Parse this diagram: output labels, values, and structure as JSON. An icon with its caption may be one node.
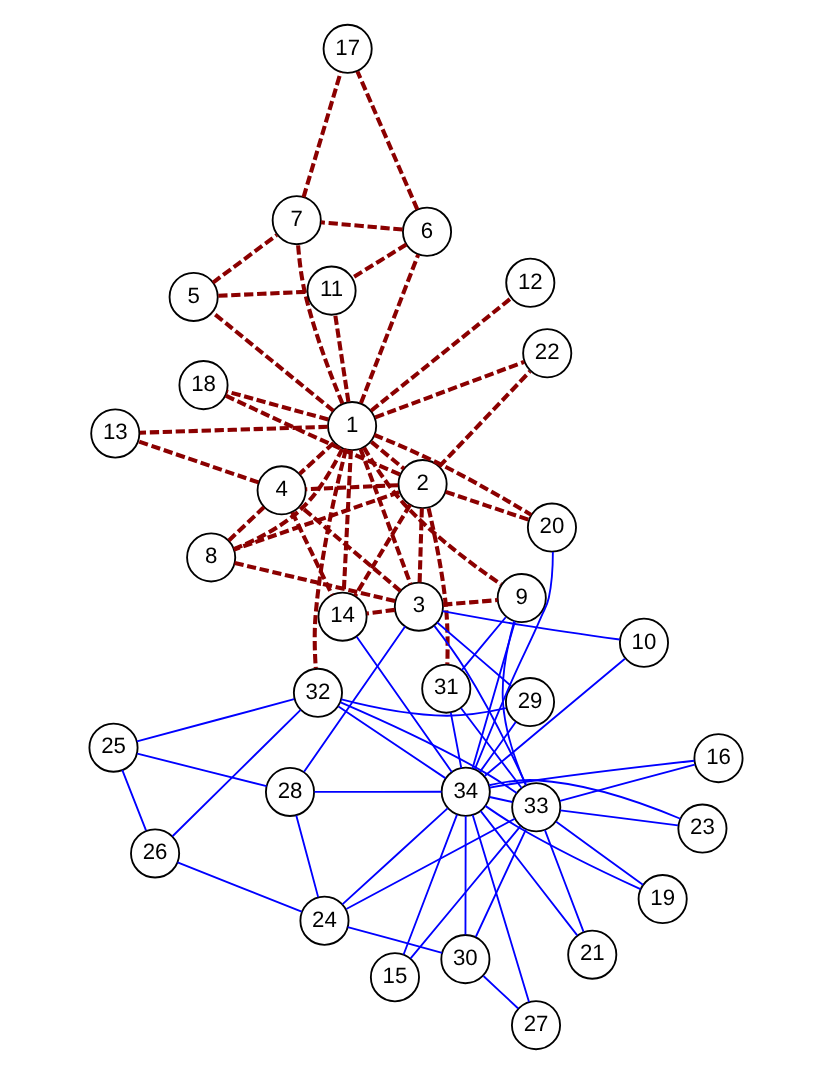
{
  "diagram": {
    "nodes": [
      {
        "text": [
          "1"
        ]
      },
      {
        "text": [
          "2"
        ]
      },
      {
        "text": [
          "3"
        ]
      },
      {
        "text": [
          "4"
        ]
      },
      {
        "text": [
          "5"
        ]
      },
      {
        "text": [
          "6"
        ]
      },
      {
        "text": [
          "7"
        ]
      },
      {
        "text": [
          "8"
        ]
      },
      {
        "text": [
          "9"
        ]
      },
      {
        "text": [
          "10"
        ]
      },
      {
        "text": [
          "11"
        ]
      },
      {
        "text": [
          "12"
        ]
      },
      {
        "text": [
          "13"
        ]
      },
      {
        "text": [
          "14"
        ]
      },
      {
        "text": [
          "15"
        ]
      },
      {
        "text": [
          "16"
        ]
      },
      {
        "text": [
          "17"
        ]
      },
      {
        "text": [
          "18"
        ]
      },
      {
        "text": [
          "19"
        ]
      },
      {
        "text": [
          "20"
        ]
      },
      {
        "text": [
          "21"
        ]
      },
      {
        "text": [
          "22"
        ]
      },
      {
        "text": [
          "23"
        ]
      },
      {
        "text": [
          "24"
        ]
      },
      {
        "text": [
          "25"
        ]
      },
      {
        "text": [
          "26"
        ]
      },
      {
        "text": [
          "27"
        ]
      },
      {
        "text": [
          "28"
        ]
      },
      {
        "text": [
          "29"
        ]
      },
      {
        "text": [
          "30"
        ]
      },
      {
        "text": [
          "31"
        ]
      },
      {
        "text": [
          "32"
        ]
      },
      {
        "text": [
          "33"
        ]
      },
      {
        "text": [
          "34"
        ]
      }
    ],
    "edges": [
      {
        "from": 0,
        "to": 1,
        "arrow": "none",
        "style": "dashed",
        "color": "#8b0000"
      },
      {
        "from": 0,
        "to": 2,
        "arrow": "none",
        "style": "dashed",
        "color": "#8b0000"
      },
      {
        "from": 0,
        "to": 3,
        "arrow": "none",
        "style": "dashed",
        "color": "#8b0000"
      },
      {
        "from": 0,
        "to": 4,
        "arrow": "none",
        "style": "dashed",
        "color": "#8b0000"
      },
      {
        "from": 0,
        "to": 5,
        "arrow": "none",
        "style": "dashed",
        "color": "#8b0000"
      },
      {
        "from": 0,
        "to": 6,
        "arrow": "none",
        "style": "dashed",
        "color": "#8b0000"
      },
      {
        "from": 0,
        "to": 7,
        "arrow": "none",
        "style": "dashed",
        "color": "#8b0000"
      },
      {
        "from": 0,
        "to": 8,
        "arrow": "none",
        "style": "dashed",
        "color": "#8b0000"
      },
      {
        "from": 0,
        "to": 10,
        "arrow": "none",
        "style": "dashed",
        "color": "#8b0000"
      },
      {
        "from": 0,
        "to": 11,
        "arrow": "none",
        "style": "dashed",
        "color": "#8b0000"
      },
      {
        "from": 0,
        "to": 12,
        "arrow": "none",
        "style": "dashed",
        "color": "#8b0000"
      },
      {
        "from": 0,
        "to": 13,
        "arrow": "none",
        "style": "dashed",
        "color": "#8b0000"
      },
      {
        "from": 0,
        "to": 17,
        "arrow": "none",
        "style": "dashed",
        "color": "#8b0000"
      },
      {
        "from": 0,
        "to": 19,
        "arrow": "none",
        "style": "dashed",
        "color": "#8b0000"
      },
      {
        "from": 0,
        "to": 21,
        "arrow": "none",
        "style": "dashed",
        "color": "#8b0000"
      },
      {
        "from": 0,
        "to": 31,
        "arrow": "none",
        "style": "dashed",
        "color": "#8b0000"
      },
      {
        "from": 1,
        "to": 2,
        "arrow": "none",
        "style": "dashed",
        "color": "#8b0000"
      },
      {
        "from": 1,
        "to": 3,
        "arrow": "none",
        "style": "dashed",
        "color": "#8b0000"
      },
      {
        "from": 1,
        "to": 7,
        "arrow": "none",
        "style": "dashed",
        "color": "#8b0000"
      },
      {
        "from": 1,
        "to": 13,
        "arrow": "none",
        "style": "dashed",
        "color": "#8b0000"
      },
      {
        "from": 1,
        "to": 17,
        "arrow": "none",
        "style": "dashed",
        "color": "#8b0000"
      },
      {
        "from": 1,
        "to": 19,
        "arrow": "none",
        "style": "dashed",
        "color": "#8b0000"
      },
      {
        "from": 1,
        "to": 21,
        "arrow": "none",
        "style": "dashed",
        "color": "#8b0000"
      },
      {
        "from": 1,
        "to": 30,
        "arrow": "none",
        "style": "dashed",
        "color": "#8b0000"
      },
      {
        "from": 2,
        "to": 3,
        "arrow": "none",
        "style": "dashed",
        "color": "#8b0000"
      },
      {
        "from": 2,
        "to": 7,
        "arrow": "none",
        "style": "dashed",
        "color": "#8b0000"
      },
      {
        "from": 2,
        "to": 8,
        "arrow": "none",
        "style": "dashed",
        "color": "#8b0000"
      },
      {
        "from": 2,
        "to": 9,
        "arrow": "none"
      },
      {
        "from": 2,
        "to": 13,
        "arrow": "none",
        "style": "dashed",
        "color": "#8b0000"
      },
      {
        "from": 2,
        "to": 27,
        "arrow": "none"
      },
      {
        "from": 2,
        "to": 28,
        "arrow": "none"
      },
      {
        "from": 2,
        "to": 32,
        "arrow": "none"
      },
      {
        "from": 3,
        "to": 7,
        "arrow": "none",
        "style": "dashed",
        "color": "#8b0000"
      },
      {
        "from": 3,
        "to": 12,
        "arrow": "none",
        "style": "dashed",
        "color": "#8b0000"
      },
      {
        "from": 3,
        "to": 13,
        "arrow": "none",
        "style": "dashed",
        "color": "#8b0000"
      },
      {
        "from": 4,
        "to": 6,
        "arrow": "none",
        "style": "dashed",
        "color": "#8b0000"
      },
      {
        "from": 4,
        "to": 10,
        "arrow": "none",
        "style": "dashed",
        "color": "#8b0000"
      },
      {
        "from": 5,
        "to": 6,
        "arrow": "none",
        "style": "dashed",
        "color": "#8b0000"
      },
      {
        "from": 5,
        "to": 10,
        "arrow": "none",
        "style": "dashed",
        "color": "#8b0000"
      },
      {
        "from": 5,
        "to": 16,
        "arrow": "none",
        "style": "dashed",
        "color": "#8b0000"
      },
      {
        "from": 6,
        "to": 16,
        "arrow": "none",
        "style": "dashed",
        "color": "#8b0000"
      },
      {
        "from": 8,
        "to": 30,
        "arrow": "none"
      },
      {
        "from": 8,
        "to": 32,
        "arrow": "none"
      },
      {
        "from": 8,
        "to": 33,
        "arrow": "none"
      },
      {
        "from": 9,
        "to": 33,
        "arrow": "none"
      },
      {
        "from": 13,
        "to": 33,
        "arrow": "none"
      },
      {
        "from": 14,
        "to": 32,
        "arrow": "none"
      },
      {
        "from": 14,
        "to": 33,
        "arrow": "none"
      },
      {
        "from": 15,
        "to": 32,
        "arrow": "none"
      },
      {
        "from": 15,
        "to": 33,
        "arrow": "none"
      },
      {
        "from": 18,
        "to": 32,
        "arrow": "none"
      },
      {
        "from": 18,
        "to": 33,
        "arrow": "none"
      },
      {
        "from": 19,
        "to": 33,
        "arrow": "none"
      },
      {
        "from": 20,
        "to": 32,
        "arrow": "none"
      },
      {
        "from": 20,
        "to": 33,
        "arrow": "none"
      },
      {
        "from": 22,
        "to": 32,
        "arrow": "none"
      },
      {
        "from": 22,
        "to": 33,
        "arrow": "none"
      },
      {
        "from": 23,
        "to": 25,
        "arrow": "none"
      },
      {
        "from": 23,
        "to": 27,
        "arrow": "none"
      },
      {
        "from": 23,
        "to": 29,
        "arrow": "none"
      },
      {
        "from": 23,
        "to": 32,
        "arrow": "none"
      },
      {
        "from": 23,
        "to": 33,
        "arrow": "none"
      },
      {
        "from": 24,
        "to": 25,
        "arrow": "none"
      },
      {
        "from": 24,
        "to": 27,
        "arrow": "none"
      },
      {
        "from": 24,
        "to": 31,
        "arrow": "none"
      },
      {
        "from": 25,
        "to": 31,
        "arrow": "none"
      },
      {
        "from": 26,
        "to": 29,
        "arrow": "none"
      },
      {
        "from": 26,
        "to": 33,
        "arrow": "none"
      },
      {
        "from": 27,
        "to": 33,
        "arrow": "none"
      },
      {
        "from": 28,
        "to": 31,
        "arrow": "none"
      },
      {
        "from": 28,
        "to": 33,
        "arrow": "none"
      },
      {
        "from": 29,
        "to": 32,
        "arrow": "none"
      },
      {
        "from": 29,
        "to": 33,
        "arrow": "none"
      },
      {
        "from": 30,
        "to": 32,
        "arrow": "none"
      },
      {
        "from": 30,
        "to": 33,
        "arrow": "none"
      },
      {
        "from": 31,
        "to": 32,
        "arrow": "none"
      },
      {
        "from": 31,
        "to": 33,
        "arrow": "none"
      },
      {
        "from": 32,
        "to": 33,
        "arrow": "none"
      }
    ]
  }
}
